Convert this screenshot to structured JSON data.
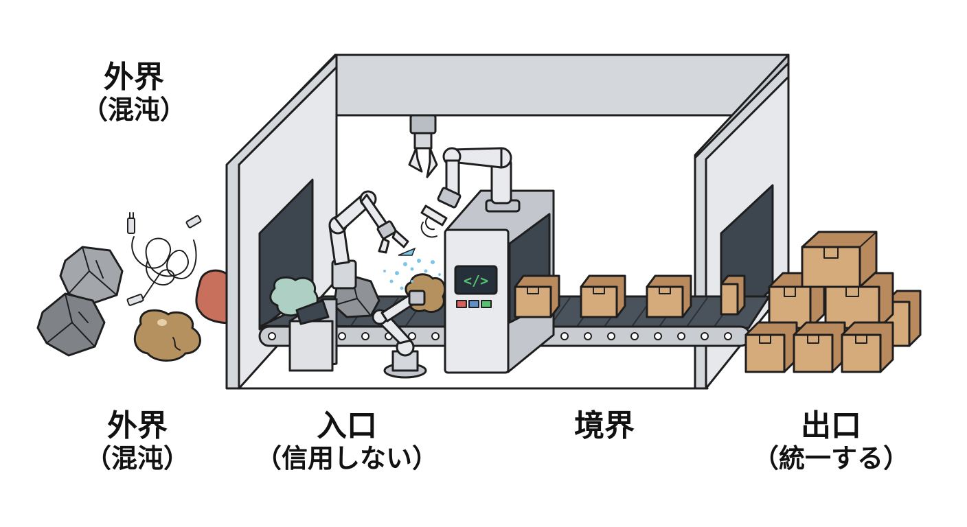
{
  "labels": {
    "top_outside": {
      "main": "外界",
      "sub": "（混沌）"
    },
    "outside": {
      "main": "外界",
      "sub": "（混沌）"
    },
    "entrance": {
      "main": "入口",
      "sub": "（信用しない）"
    },
    "boundary": {
      "main": "境界"
    },
    "exit": {
      "main": "出口",
      "sub": "（統一する）"
    }
  },
  "screen": {
    "code": "</>"
  },
  "colors": {
    "outline": "#1e1e1e",
    "frame": "#d4d7dc",
    "frame_dark": "#b9bdc4",
    "machine": "#e8eaed",
    "box": "#d6ab7c",
    "box_dark": "#b98a5e",
    "rock": "#8f9296",
    "rock_dark": "#6e7175",
    "blob_brown": "#b4915f",
    "blob_red": "#c8705c",
    "blob_green": "#aecfc4",
    "spray": "#7cc6e6",
    "screen": "#26303a",
    "code_green": "#56c16e"
  }
}
